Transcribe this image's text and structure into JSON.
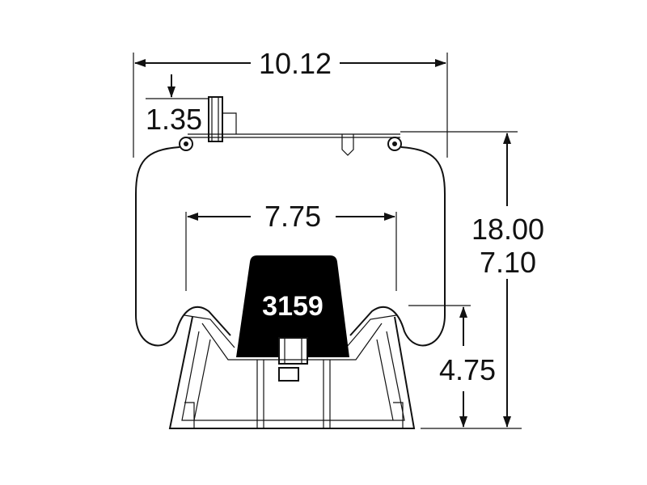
{
  "diagram": {
    "part_number": "3159",
    "dimensions": {
      "overall_width": "10.12",
      "offset": "1.35",
      "piston_width": "7.75",
      "max_height": "18.00",
      "min_height": "7.10",
      "piston_height": "4.75"
    },
    "colors": {
      "line": "#111111",
      "piston": "#000000",
      "background": "#ffffff"
    }
  }
}
